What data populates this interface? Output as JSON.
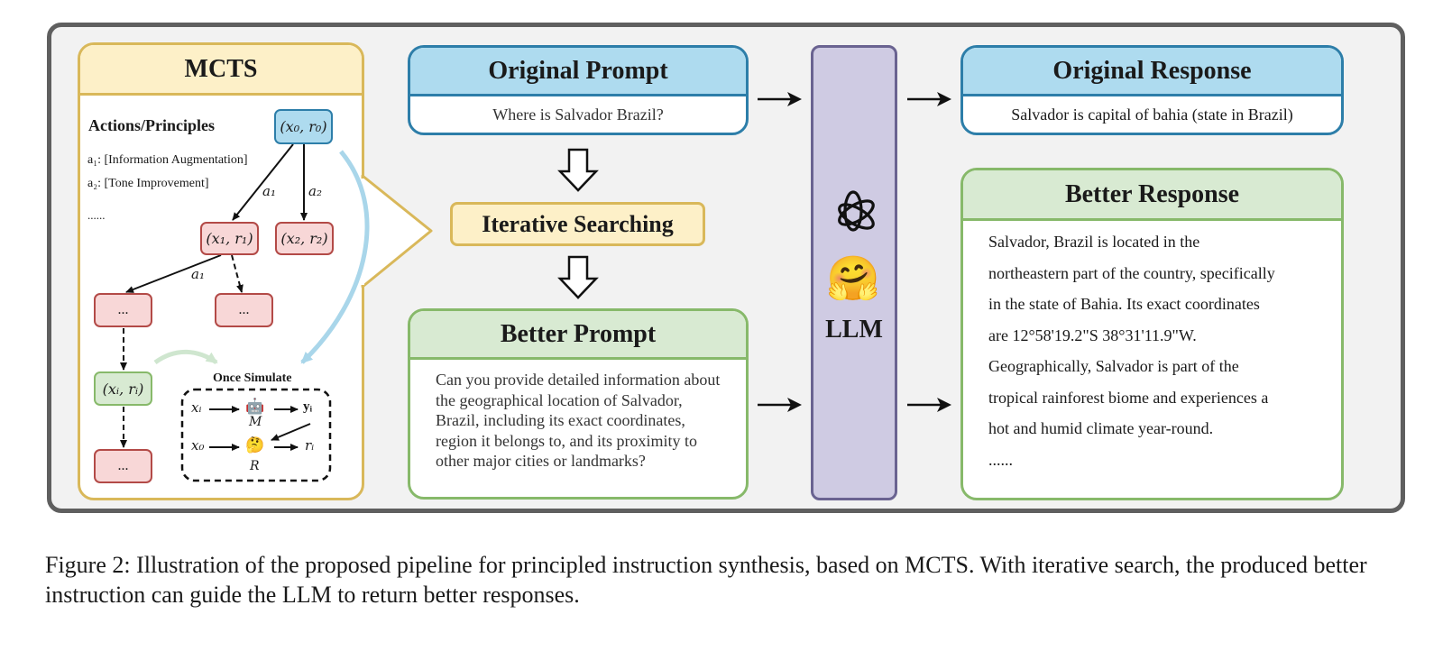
{
  "mcts": {
    "title": "MCTS",
    "actions_title": "Actions/Principles",
    "action_1": "a₁: [Information Augmentation]",
    "action_2": "a₂: [Tone Improvement]",
    "action_more": "......",
    "root_node": "(x₀, r₀)",
    "node_1": "(x₁, r₁)",
    "node_2": "(x₂, r₂)",
    "node_i": "(xᵢ, rᵢ)",
    "ellipsis_node": "...",
    "edge_a1": "a₁",
    "edge_a2": "a₂",
    "edge_a1_lower": "a₁",
    "simulate": {
      "title": "Once Simulate",
      "x_i": "xᵢ",
      "y_i": "yᵢ",
      "x_0": "x₀",
      "r_i": "rᵢ",
      "M": "M",
      "R": "R",
      "robot_emoji": "🤖",
      "thinking_emoji": "🤔"
    }
  },
  "original_prompt": {
    "title": "Original Prompt",
    "text": "Where is Salvador Brazil?"
  },
  "iterative_searching": "Iterative Searching",
  "better_prompt": {
    "title": "Better Prompt",
    "text": "Can you provide detailed information about the geographical location of Salvador, Brazil, including its exact coordinates, region it belongs to, and its proximity to other major cities or landmarks?"
  },
  "llm": {
    "label": "LLM",
    "icons": [
      "openai-logo-icon",
      "hugging-face-emoji-icon"
    ],
    "hug_emoji": "🤗"
  },
  "original_response": {
    "title": "Original Response",
    "text": "Salvador is capital of bahia (state in Brazil)"
  },
  "better_response": {
    "title": "Better Response",
    "lines": [
      "Salvador, Brazil is located in the",
      "northeastern part of the country, specifically",
      "in the state of Bahia. Its exact coordinates",
      "are 12°58'19.2\"S 38°31'11.9\"W.",
      "Geographically, Salvador is part of the",
      "tropical rainforest biome and experiences a",
      "hot and humid climate year-round.",
      "......"
    ]
  },
  "caption": "Figure 2: Illustration of the proposed pipeline for principled instruction synthesis, based on MCTS. With iterative search, the produced better instruction can guide the LLM to return better responses.",
  "colors": {
    "blue_header": "#aedbef",
    "blue_border": "#2d7ea9",
    "green_header": "#d8ead2",
    "green_border": "#87b96a",
    "yellow_fill": "#fdf0c8",
    "yellow_border": "#d9b85a",
    "red_fill": "#f8d7d7",
    "red_border": "#b34a47",
    "llm_fill": "#cfcbe3",
    "llm_border": "#6a6391"
  }
}
